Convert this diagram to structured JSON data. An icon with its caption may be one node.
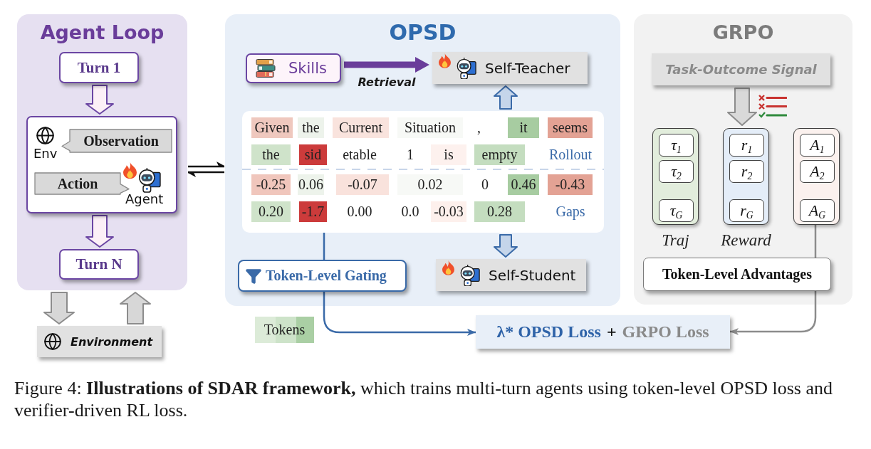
{
  "diagram": {
    "caption": "Figure 4: **Illustrations of SDAR framework,** which trains multi-turn agents using token-level OPSD loss and verifier-driven RL loss.",
    "nodes": [
      {
        "text": [
          "Agent Loop"
        ]
      },
      {
        "text": [
          "Turn 1"
        ],
        "in": 0
      },
      {
        "text": [
          "Env",
          "Agent"
        ],
        "in": 0
      },
      {
        "text": [
          "Observation"
        ],
        "in": 2
      },
      {
        "text": [
          "Action"
        ],
        "in": 2
      },
      {
        "text": [
          "Turn N"
        ],
        "in": 0
      },
      {
        "text": [
          "Environment"
        ]
      },
      {
        "text": [
          "OPSD"
        ]
      },
      {
        "text": [
          "Skills"
        ],
        "in": 7
      },
      {
        "text": [
          "Self-Teacher"
        ],
        "in": 7
      },
      {
        "text": [
          "Given",
          "the",
          "Current",
          "Situation",
          ",",
          "it",
          "seems",
          "the",
          "sid",
          "etable",
          "1",
          "is",
          "empty",
          "Rollout",
          "-0.25",
          "0.06",
          "-0.07",
          "0.02",
          "0",
          "0.46",
          "-0.43",
          "0.20",
          "-1.7",
          "0.00",
          "0.0",
          "-0.03",
          "0.28",
          "Gaps"
        ],
        "in": 7
      },
      {
        "text": [
          "Token-Level Gating"
        ],
        "in": 7
      },
      {
        "text": [
          "Self-Student"
        ],
        "in": 7
      },
      {
        "text": [
          "Tokens"
        ]
      },
      {
        "text": [
          "λ* OPSD Loss",
          "+",
          "GRPO Loss"
        ]
      },
      {
        "text": [
          "GRPO"
        ]
      },
      {
        "text": [
          "Task-Outcome Signal"
        ],
        "in": 15
      },
      {
        "text": [],
        "shape": "box",
        "beside": [
          "Traj"
        ],
        "in": 15
      },
      {
        "text": [
          "τ$_{1}$"
        ],
        "in": 17
      },
      {
        "text": [
          "τ$_{2}$"
        ],
        "in": 17
      },
      {
        "text": [
          "τ$_{G}$"
        ],
        "in": 17
      },
      {
        "text": [],
        "shape": "box",
        "beside": [
          "Reward"
        ],
        "in": 15
      },
      {
        "text": [
          "r$_{1}$"
        ],
        "in": 21
      },
      {
        "text": [
          "r$_{2}$"
        ],
        "in": 21
      },
      {
        "text": [
          "r$_{G}$"
        ],
        "in": 21
      },
      {
        "text": [],
        "shape": "box",
        "in": 15
      },
      {
        "text": [
          "A$_{1}$"
        ],
        "in": 25
      },
      {
        "text": [
          "A$_{2}$"
        ],
        "in": 25
      },
      {
        "text": [
          "A$_{G}$"
        ],
        "in": 25
      },
      {
        "text": [
          "Token-Level Advantages"
        ],
        "in": 15
      }
    ],
    "edges": [
      {
        "from": 1,
        "to": 2,
        "arrow": "to",
        "style": "thick",
        "color": "#6b46a3"
      },
      {
        "from": 2,
        "to": 5,
        "arrow": "to",
        "style": "thick",
        "color": "#6b46a3"
      },
      {
        "from": 0,
        "to": 6,
        "arrow": "to",
        "style": "thick",
        "color": "#8c8c8c"
      },
      {
        "from": 6,
        "to": 0,
        "arrow": "to",
        "style": "thick",
        "color": "#8c8c8c"
      },
      {
        "from": 0,
        "to": 7,
        "arrow": "to",
        "color": "#111111"
      },
      {
        "from": 7,
        "to": 0,
        "arrow": "to",
        "color": "#111111"
      },
      {
        "from": 8,
        "to": 9,
        "arrow": "to",
        "label": "Retrieval",
        "style": "thick",
        "color": "#6a3d9a"
      },
      {
        "from": 10,
        "to": 9,
        "arrow": "to",
        "style": "thick",
        "color": "#3a6aa8"
      },
      {
        "from": 10,
        "to": 12,
        "arrow": "to",
        "style": "thick",
        "color": "#3a6aa8"
      },
      {
        "from": 10,
        "to": 11,
        "arrow": "none",
        "color": "#3a6aa8"
      },
      {
        "from": 11,
        "to": 14,
        "arrow": "to",
        "color": "#3a6aa8"
      },
      {
        "from": 16,
        "to": 21,
        "arrow": "to",
        "style": "thick",
        "color": "#8c8c8c"
      },
      {
        "from": 25,
        "to": 29,
        "arrow": "none",
        "color": "#8c8c8c"
      },
      {
        "from": 29,
        "to": 14,
        "arrow": "to",
        "color": "#8c8c8c"
      }
    ]
  }
}
